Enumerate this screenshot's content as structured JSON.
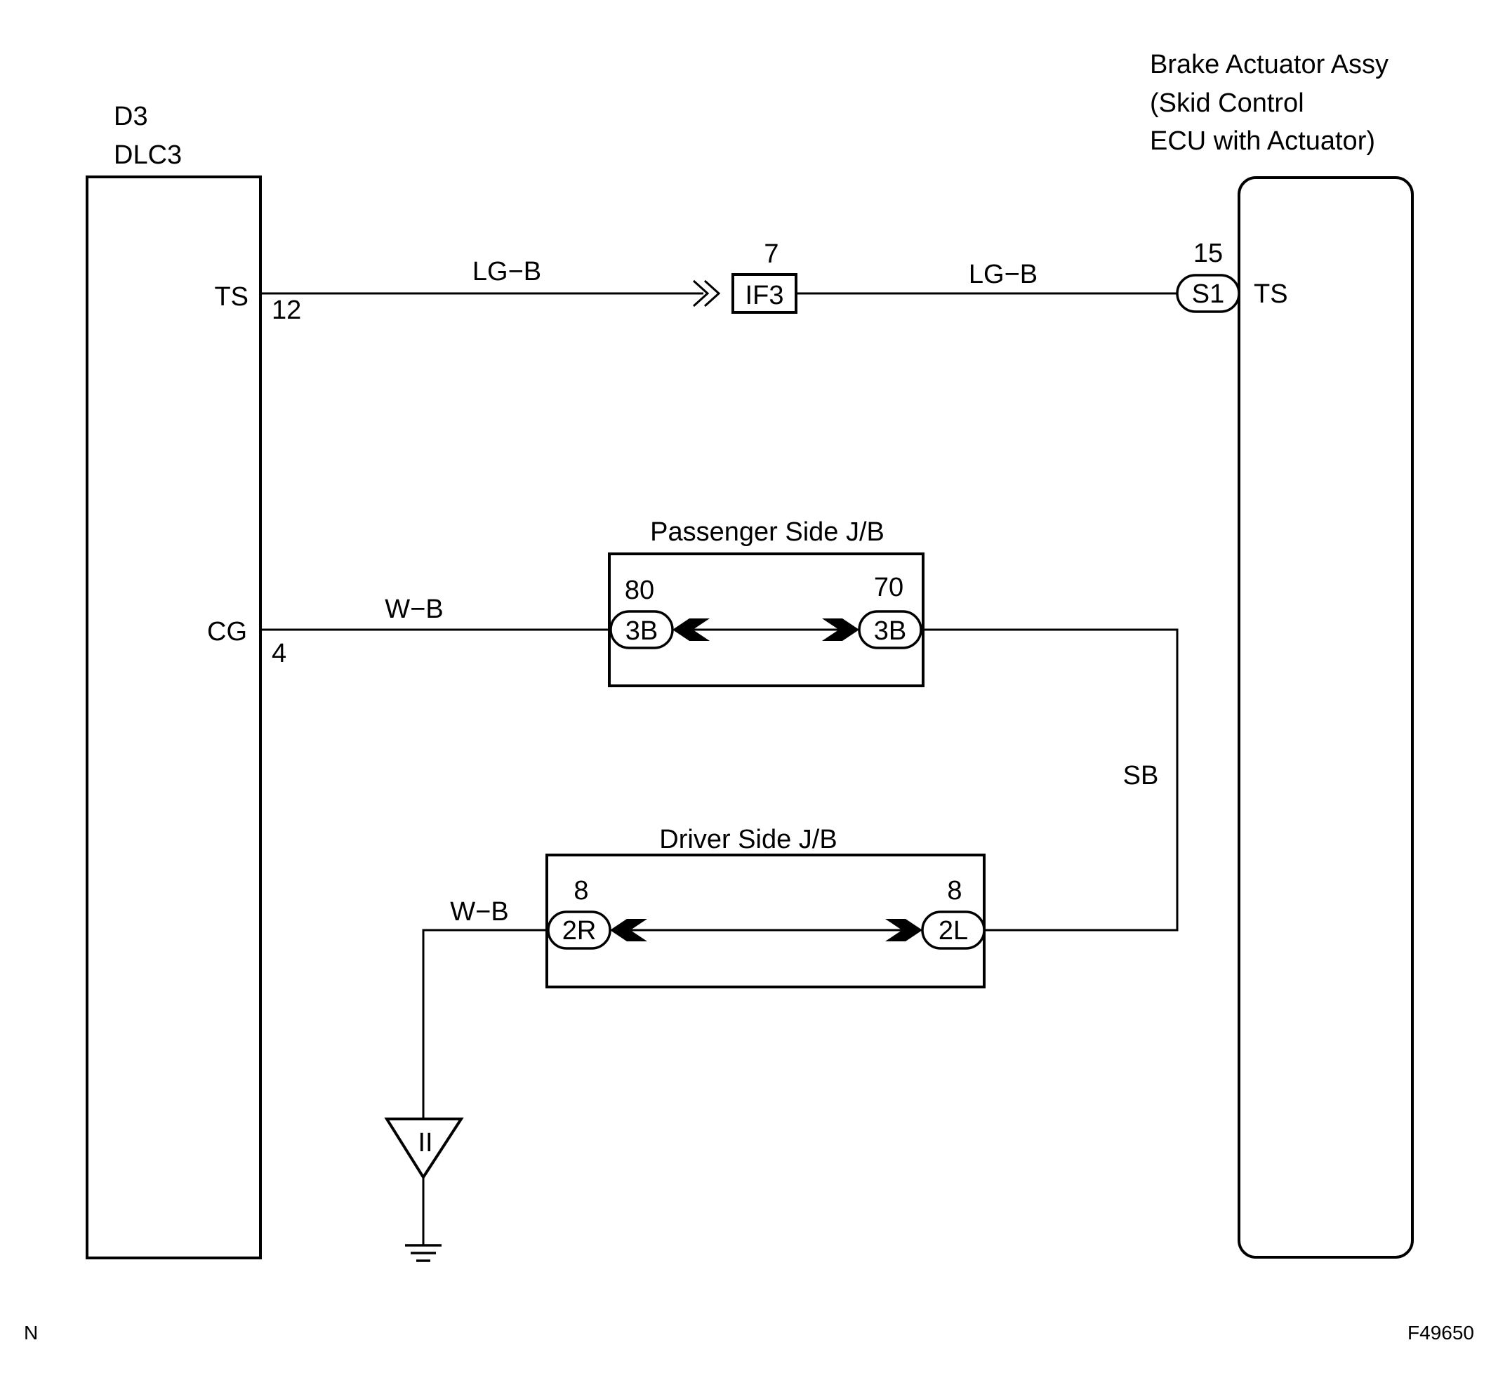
{
  "left_component": {
    "code": "D3",
    "name": "DLC3",
    "pins": [
      {
        "name": "TS",
        "number": "12"
      },
      {
        "name": "CG",
        "number": "4"
      }
    ]
  },
  "right_component": {
    "line1": "Brake Actuator Assy",
    "line2": "(Skid Control",
    "line3": "ECU with Actuator)",
    "pin": {
      "connector": "S1",
      "number": "15",
      "name": "TS"
    }
  },
  "wires": {
    "ts_left": "LG−B",
    "ts_right": "LG−B",
    "cg": "W−B",
    "sb": "SB",
    "ground": "W−B"
  },
  "inline_connector": {
    "code": "IF3",
    "pin": "7"
  },
  "passenger_jb": {
    "title": "Passenger Side J/B",
    "left": {
      "connector": "3B",
      "pin": "80"
    },
    "right": {
      "connector": "3B",
      "pin": "70"
    }
  },
  "driver_jb": {
    "title": "Driver Side J/B",
    "left": {
      "connector": "2R",
      "pin": "8"
    },
    "right": {
      "connector": "2L",
      "pin": "8"
    }
  },
  "ground_point": {
    "code": "II"
  },
  "footer": {
    "left": "N",
    "right": "F49650"
  }
}
